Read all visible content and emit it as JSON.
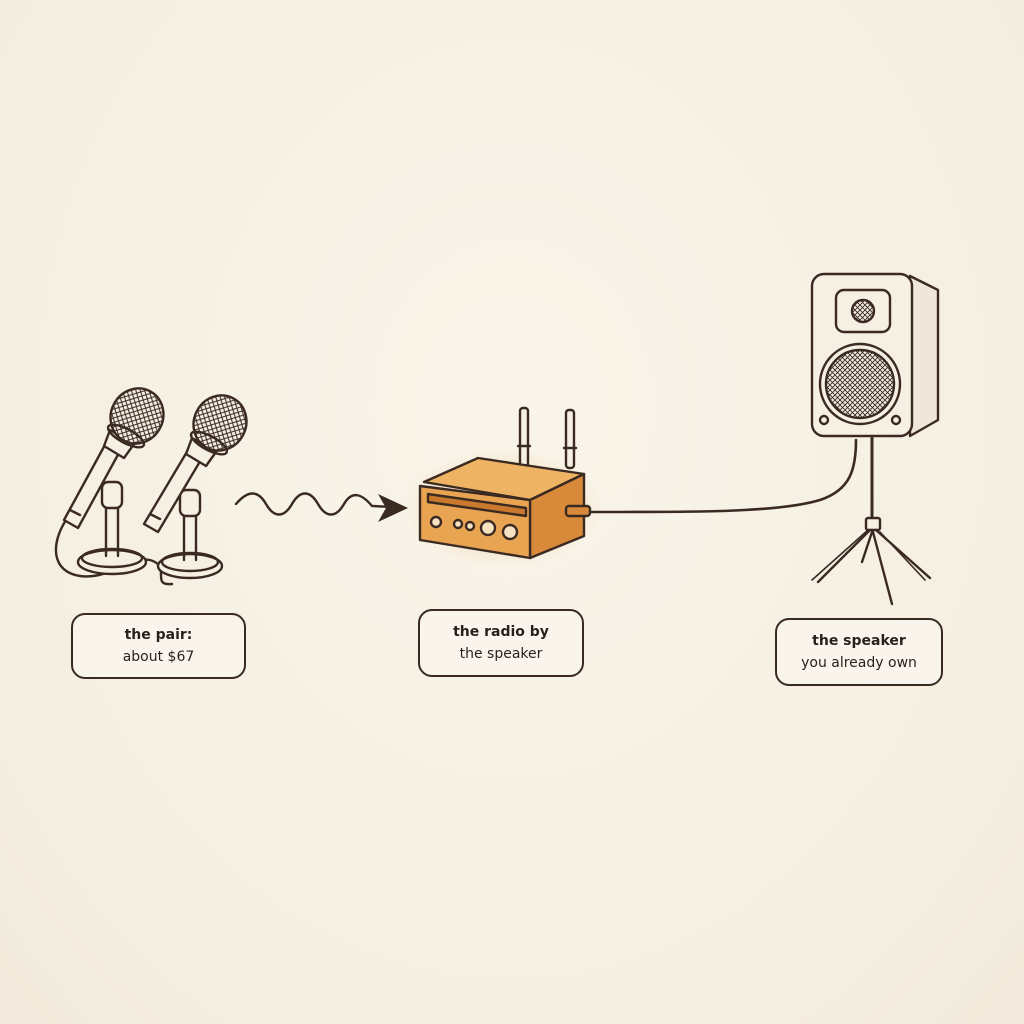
{
  "labels": {
    "mics": {
      "line1": "the pair:",
      "line2": "about $67"
    },
    "radio": {
      "line1": "the radio by",
      "line2": "the speaker"
    },
    "speaker": {
      "line1": "the speaker",
      "line2": "you already own"
    }
  },
  "icons": {
    "mics": "microphone-pair-icon",
    "signal": "wireless-signal-wave-icon",
    "receiver": "wireless-receiver-icon",
    "cable": "audio-cable-icon",
    "speaker": "speaker-on-tripod-icon"
  },
  "colors": {
    "ink": "#3a2a22",
    "receiver_fill": "#e9a452",
    "paper": "#f7f2e6"
  }
}
